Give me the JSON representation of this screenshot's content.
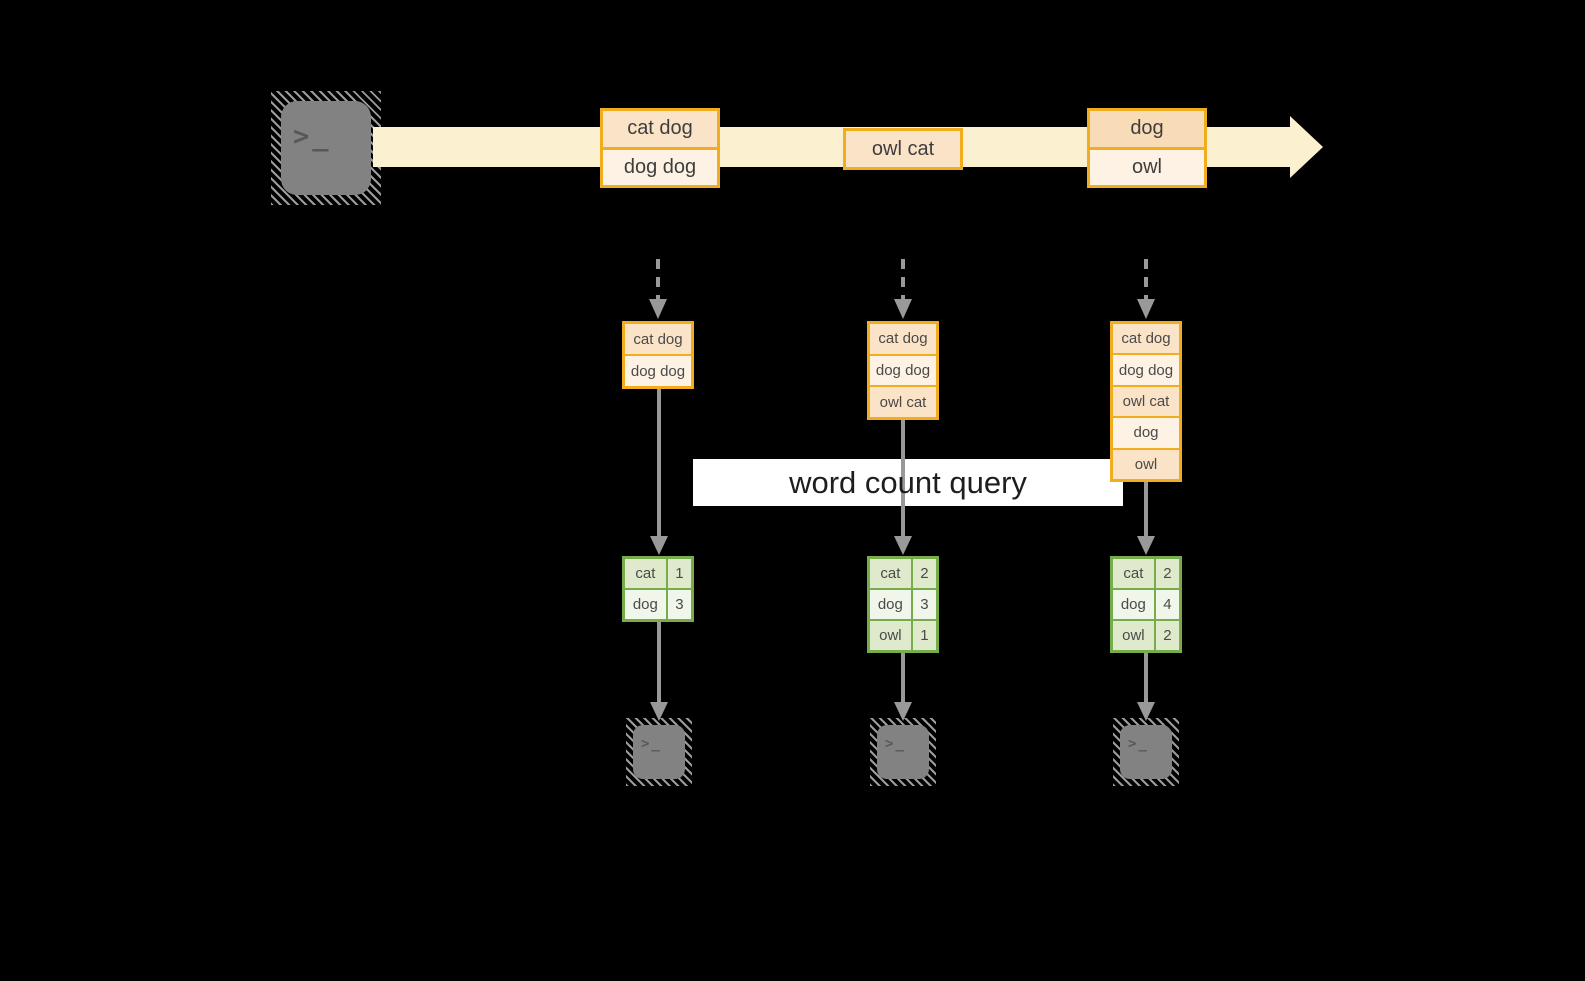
{
  "title": "word count query",
  "colors": {
    "background": "#000000",
    "band": "#fbf0d0",
    "gold_border": "#f0ad1e",
    "peach_dark": "#f8dcb8",
    "peach_mid": "#fae3c6",
    "cream": "#fdf2e3",
    "green_border": "#76ad4a",
    "green_row_dark": "#dfeacd",
    "green_row_light": "#f1f6eb",
    "arrow_gray": "#999999",
    "terminal_gray": "#828282"
  },
  "icons": {
    "terminal_glyph": ">_"
  },
  "stream": {
    "batches": [
      {
        "rows": [
          "cat dog",
          "dog dog"
        ]
      },
      {
        "rows": [
          "owl cat"
        ]
      },
      {
        "rows": [
          "dog",
          "owl"
        ]
      }
    ]
  },
  "columns": [
    {
      "stack": [
        "cat dog",
        "dog dog"
      ],
      "table": [
        {
          "word": "cat",
          "count": "1"
        },
        {
          "word": "dog",
          "count": "3"
        }
      ]
    },
    {
      "stack": [
        "cat dog",
        "dog dog",
        "owl cat"
      ],
      "table": [
        {
          "word": "cat",
          "count": "2"
        },
        {
          "word": "dog",
          "count": "3"
        },
        {
          "word": "owl",
          "count": "1"
        }
      ]
    },
    {
      "stack": [
        "cat dog",
        "dog dog",
        "owl cat",
        "dog",
        "owl"
      ],
      "table": [
        {
          "word": "cat",
          "count": "2"
        },
        {
          "word": "dog",
          "count": "4"
        },
        {
          "word": "owl",
          "count": "2"
        }
      ]
    }
  ]
}
